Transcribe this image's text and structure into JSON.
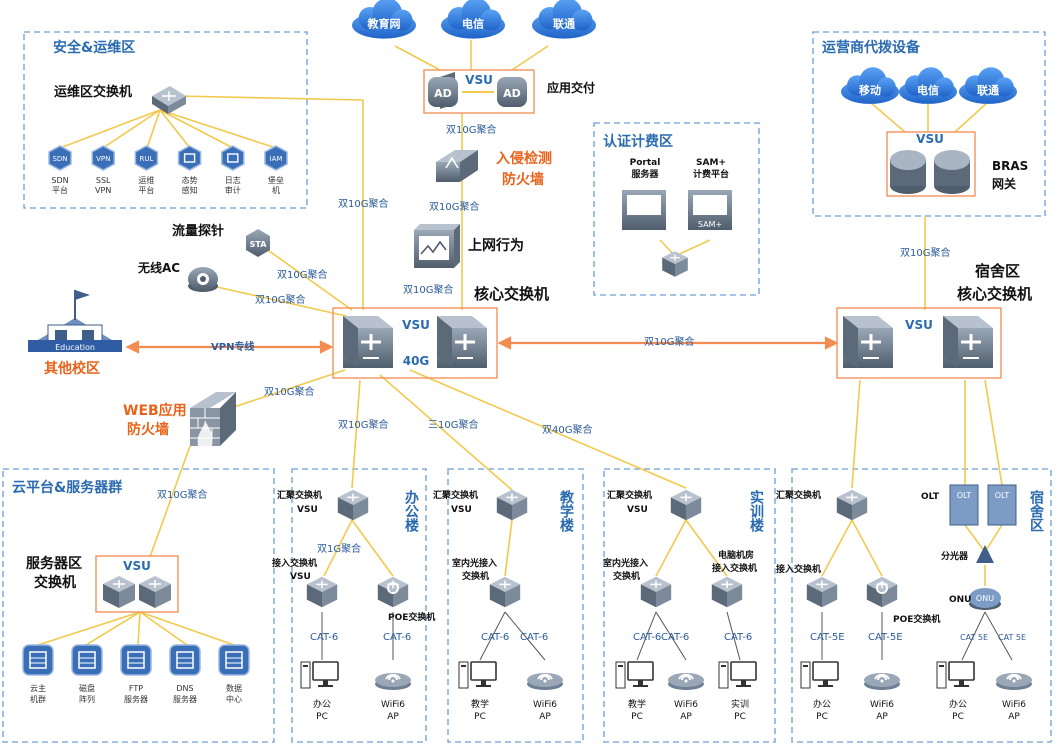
{
  "colors": {
    "zone_border": "#6a9fd8",
    "trunk_line": "#f2c94c",
    "vpn_line": "#f28c50",
    "device": "#6e7f93",
    "cloud": "#3a86e8",
    "highlight_title": "#e8641b"
  },
  "clouds": {
    "top": [
      "教育网",
      "电信",
      "联通"
    ],
    "operator": [
      "移动",
      "电信",
      "联通"
    ]
  },
  "zones": {
    "security": "安全&运维区",
    "operator": "运营商代拨设备",
    "auth": "认证计费区",
    "cloud": "云平台&服务器群",
    "office": "办公楼",
    "teaching": "教学楼",
    "training": "实训楼",
    "dorm": "宿舍区"
  },
  "devices": {
    "ops_switch": "运维区交换机",
    "app_delivery": "应用交付",
    "ips_fw": "入侵检测\n防火墙",
    "ips_fw_l1": "入侵检测",
    "ips_fw_l2": "防火墙",
    "behavior": "上网行为",
    "flow_probe": "流量探针",
    "wireless_ac": "无线AC",
    "other_campus": "其他校区",
    "core_switch": "核心交换机",
    "dorm_core_l1": "宿舍区",
    "dorm_core_l2": "核心交换机",
    "bras_l1": "BRAS",
    "bras_l2": "网关",
    "web_fw_l1": "WEB应用",
    "web_fw_l2": "防火墙",
    "server_switch_l1": "服务器区",
    "server_switch_l2": "交换机",
    "portal_l1": "Portal",
    "portal_l2": "服务器",
    "sam_l1": "SAM+",
    "sam_l2": "计费平台",
    "education_badge": "Education",
    "sta": "STA",
    "ad": "AD",
    "olt": "OLT",
    "onu": "ONU",
    "splitter": "分光器"
  },
  "badges": {
    "vsu": "VSU",
    "core_40g": "40G"
  },
  "links": {
    "dual10g": "双10G聚合",
    "triple10g": "三10G聚合",
    "dual40g": "双40G聚合",
    "dual1g": "双1G聚合",
    "vpn": "VPN专线",
    "core_dorm": "双10G聚合",
    "cat6": "CAT-6",
    "cat5e": "CAT-5E",
    "cat5e_small": "CAT 5E"
  },
  "security_items": [
    {
      "icon": "SDN",
      "l1": "SDN",
      "l2": "平台"
    },
    {
      "icon": "VPN",
      "l1": "SSL",
      "l2": "VPN"
    },
    {
      "icon": "RUL",
      "l1": "运维",
      "l2": "平台"
    },
    {
      "icon": "",
      "l1": "态势",
      "l2": "感知"
    },
    {
      "icon": "",
      "l1": "日志",
      "l2": "审计"
    },
    {
      "icon": "IAM",
      "l1": "堡垒",
      "l2": "机"
    }
  ],
  "servers": [
    {
      "l1": "云主",
      "l2": "机群"
    },
    {
      "l1": "磁盘",
      "l2": "阵列"
    },
    {
      "l1": "FTP",
      "l2": "服务器"
    },
    {
      "l1": "DNS",
      "l2": "服务器"
    },
    {
      "l1": "数据",
      "l2": "中心"
    }
  ],
  "building_labels": {
    "agg_vsu_l1": "汇聚交换机",
    "agg_vsu_l2": "VSU",
    "agg": "汇聚交换机",
    "access_vsu_l1": "接入交换机",
    "access_vsu_l2": "VSU",
    "access": "接入交换机",
    "poe": "POE交换机",
    "indoor_l1": "室内光接入",
    "indoor_l2": "交换机",
    "lab_l1": "电脑机房",
    "lab_l2": "接入交换机"
  },
  "endpoints": {
    "office_pc_l1": "办公",
    "teach_pc_l1": "教学",
    "train_pc_l1": "实训",
    "pc": "PC",
    "wifi_l1": "WiFi6",
    "ap": "AP"
  }
}
